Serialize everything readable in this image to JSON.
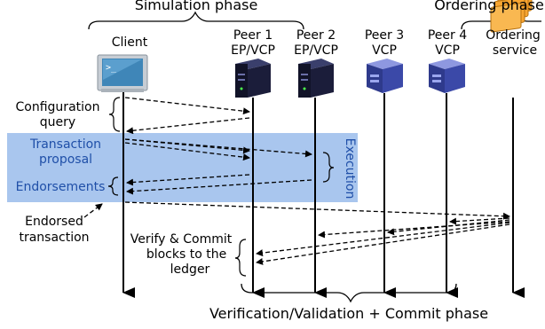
{
  "phases": {
    "simulation": "Simulation phase",
    "ordering": "Ordering phase",
    "verification": "Verification/Validation + Commit phase"
  },
  "participants": {
    "client": "Client",
    "peer1": {
      "name": "Peer 1",
      "role": "EP/VCP"
    },
    "peer2": {
      "name": "Peer 2",
      "role": "EP/VCP"
    },
    "peer3": {
      "name": "Peer 3",
      "role": "VCP"
    },
    "peer4": {
      "name": "Peer 4",
      "role": "VCP"
    },
    "ordering": {
      "line1": "Ordering",
      "line2": "service"
    }
  },
  "steps": {
    "config_query": {
      "line1": "Configuration",
      "line2": "query"
    },
    "tx_proposal": {
      "line1": "Transaction",
      "line2": "proposal"
    },
    "execution": "Execution",
    "endorsements": "Endorsements",
    "endorsed_tx": {
      "line1": "Endorsed",
      "line2": "transaction"
    },
    "verify_commit": {
      "line1": "Verify & Commit",
      "line2": "blocks to the",
      "line3": "ledger"
    }
  },
  "colors": {
    "execution_band": "#a9c6ee",
    "server_dark": "#1b1d3a",
    "server_blue": "#3b49a8",
    "ordering_orange": "#f7a531",
    "label_blue": "#1f4fa8"
  },
  "icons": {
    "client": "monitor-icon",
    "peer1": "server-tower-icon",
    "peer2": "server-tower-icon",
    "peer3": "server-box-icon",
    "peer4": "server-box-icon",
    "ordering": "server-stack-icon"
  }
}
